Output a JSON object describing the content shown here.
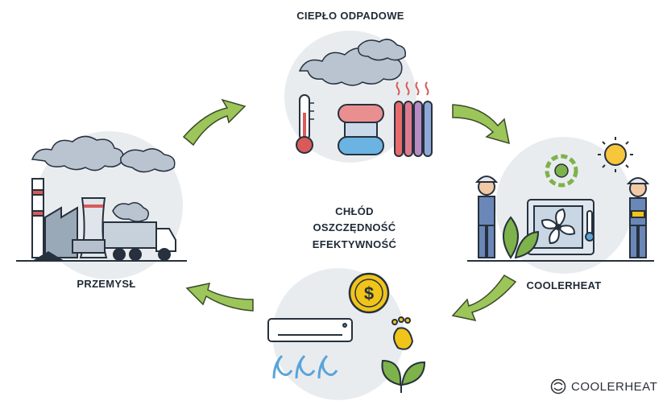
{
  "labels": {
    "waste_heat": "CIEPŁO ODPADOWE",
    "industry": "PRZEMYSŁ",
    "coolerheat": "COOLERHEAT",
    "benefits": [
      "CHŁÓD",
      "OSZCZĘDNOŚĆ",
      "EFEKTYWNOŚĆ"
    ]
  },
  "brand": {
    "name": "COOLERHEAT",
    "icon": "swirl-logo-icon"
  },
  "colors": {
    "arrow": "#9cc55a",
    "arrow_stroke": "#3b4a28",
    "bubble": "#e9ecef",
    "smoke": "#b9c4d0",
    "outline": "#26313d",
    "plant": "#7eb24a",
    "heat_red": "#d95a5a",
    "cool_blue": "#5aa4d9",
    "coin": "#f0c419",
    "sun": "#f7c63b"
  },
  "icons": [
    "thermometer-icon",
    "radiator-icon",
    "factory-icon",
    "truck-icon",
    "cooling-tower-icon",
    "smoke-icon",
    "sun-icon",
    "gear-icon",
    "fan-unit-icon",
    "worker-icon",
    "coin-icon",
    "air-conditioner-icon",
    "footprint-icon",
    "leaf-icon"
  ]
}
